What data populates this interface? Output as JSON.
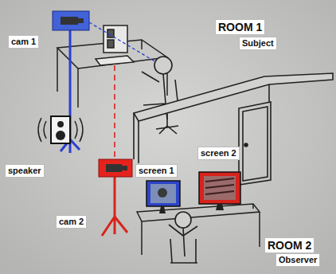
{
  "diagram": {
    "labels": [
      "ROOM 1",
      "Subject",
      "cam 1",
      "speaker",
      "cam 2",
      "screen 1",
      "screen 2",
      "ROOM 2",
      "Observer"
    ]
  }
}
